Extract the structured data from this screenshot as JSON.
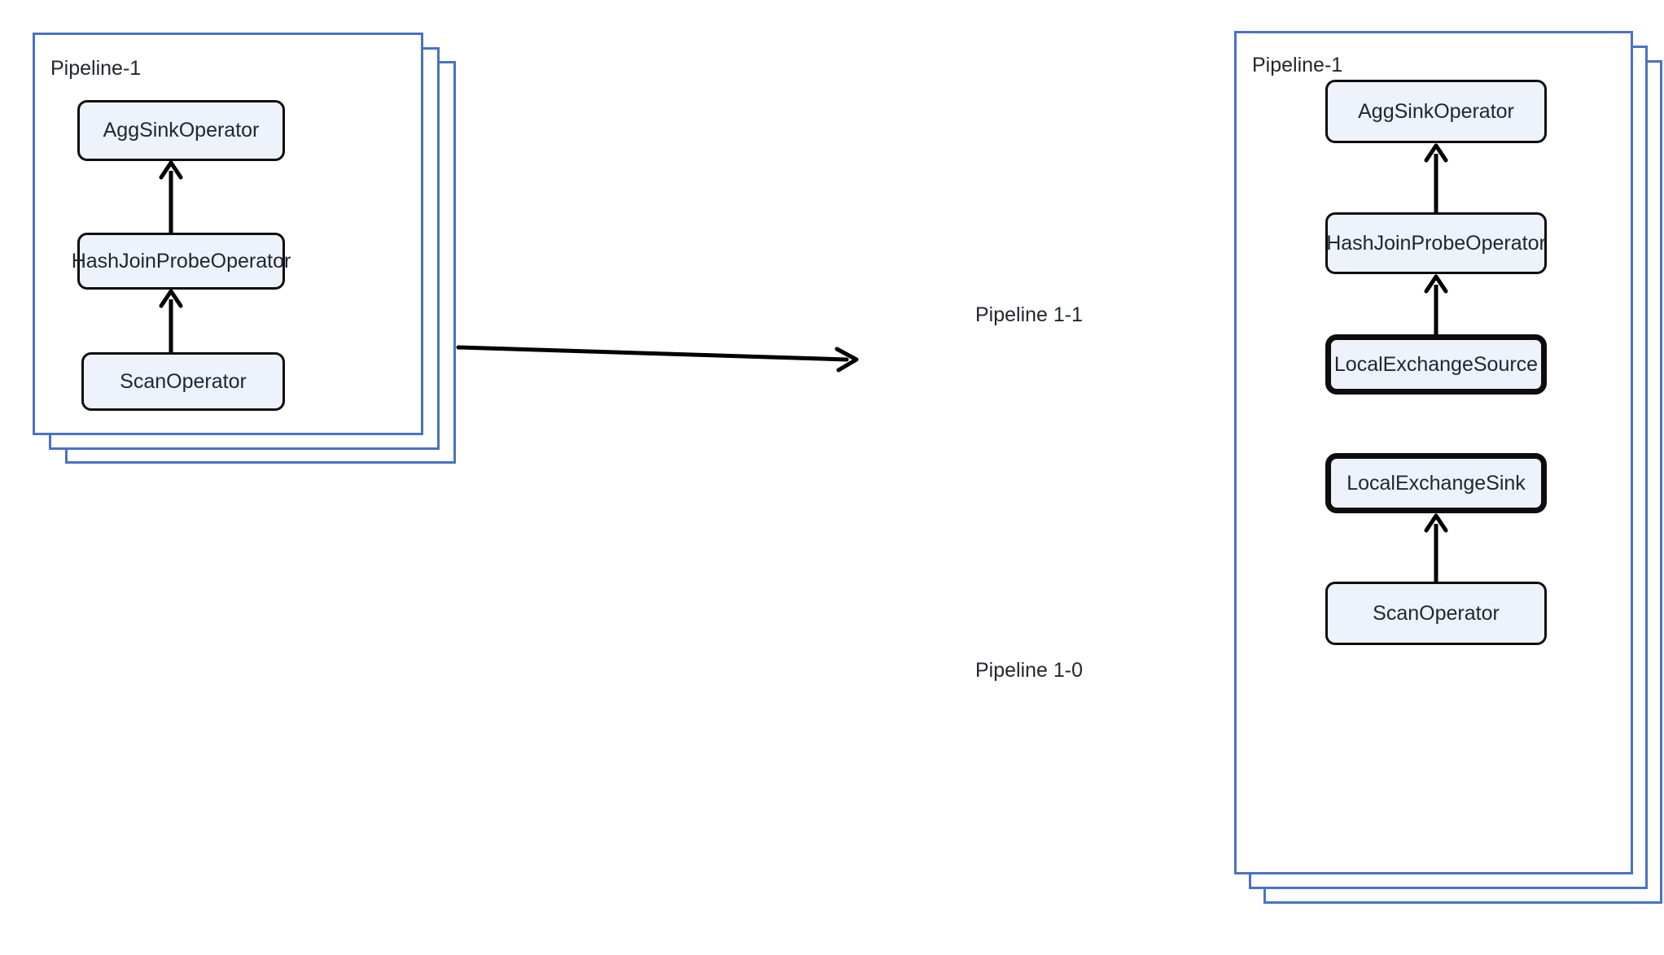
{
  "diagram": {
    "type": "pipeline-transformation-diagram",
    "colors": {
      "frame_border": "#4a72c4",
      "operator_fill": "#eef2fb",
      "operator_border": "#0d0d0d",
      "arrow": "#000000",
      "text": "#22272e",
      "background": "#ffffff"
    }
  },
  "left_group": {
    "title": "Pipeline-1",
    "stack_count": 3,
    "operators": [
      {
        "label": "AggSinkOperator",
        "emphasis": "normal"
      },
      {
        "label": "HashJoinProbeOperator",
        "emphasis": "normal"
      },
      {
        "label": "ScanOperator",
        "emphasis": "normal"
      }
    ],
    "arrows": [
      {
        "from": "HashJoinProbeOperator",
        "to": "AggSinkOperator",
        "direction": "up"
      },
      {
        "from": "ScanOperator",
        "to": "HashJoinProbeOperator",
        "direction": "up"
      }
    ]
  },
  "transform_arrow": {
    "label": "",
    "direction": "right"
  },
  "right_group": {
    "title": "Pipeline-1",
    "stack_count": 3,
    "operators": [
      {
        "label": "AggSinkOperator",
        "emphasis": "normal"
      },
      {
        "label": "HashJoinProbeOperator",
        "emphasis": "normal"
      },
      {
        "label": "LocalExchangeSource",
        "emphasis": "thick"
      },
      {
        "label": "LocalExchangeSink",
        "emphasis": "thick"
      },
      {
        "label": "ScanOperator",
        "emphasis": "normal"
      }
    ],
    "arrows": [
      {
        "from": "HashJoinProbeOperator",
        "to": "AggSinkOperator",
        "direction": "up"
      },
      {
        "from": "LocalExchangeSource",
        "to": "HashJoinProbeOperator",
        "direction": "up"
      },
      {
        "from": "ScanOperator",
        "to": "LocalExchangeSink",
        "direction": "up"
      }
    ],
    "sub_pipeline_labels": [
      {
        "label": "Pipeline 1-1"
      },
      {
        "label": "Pipeline 1-0"
      }
    ]
  }
}
